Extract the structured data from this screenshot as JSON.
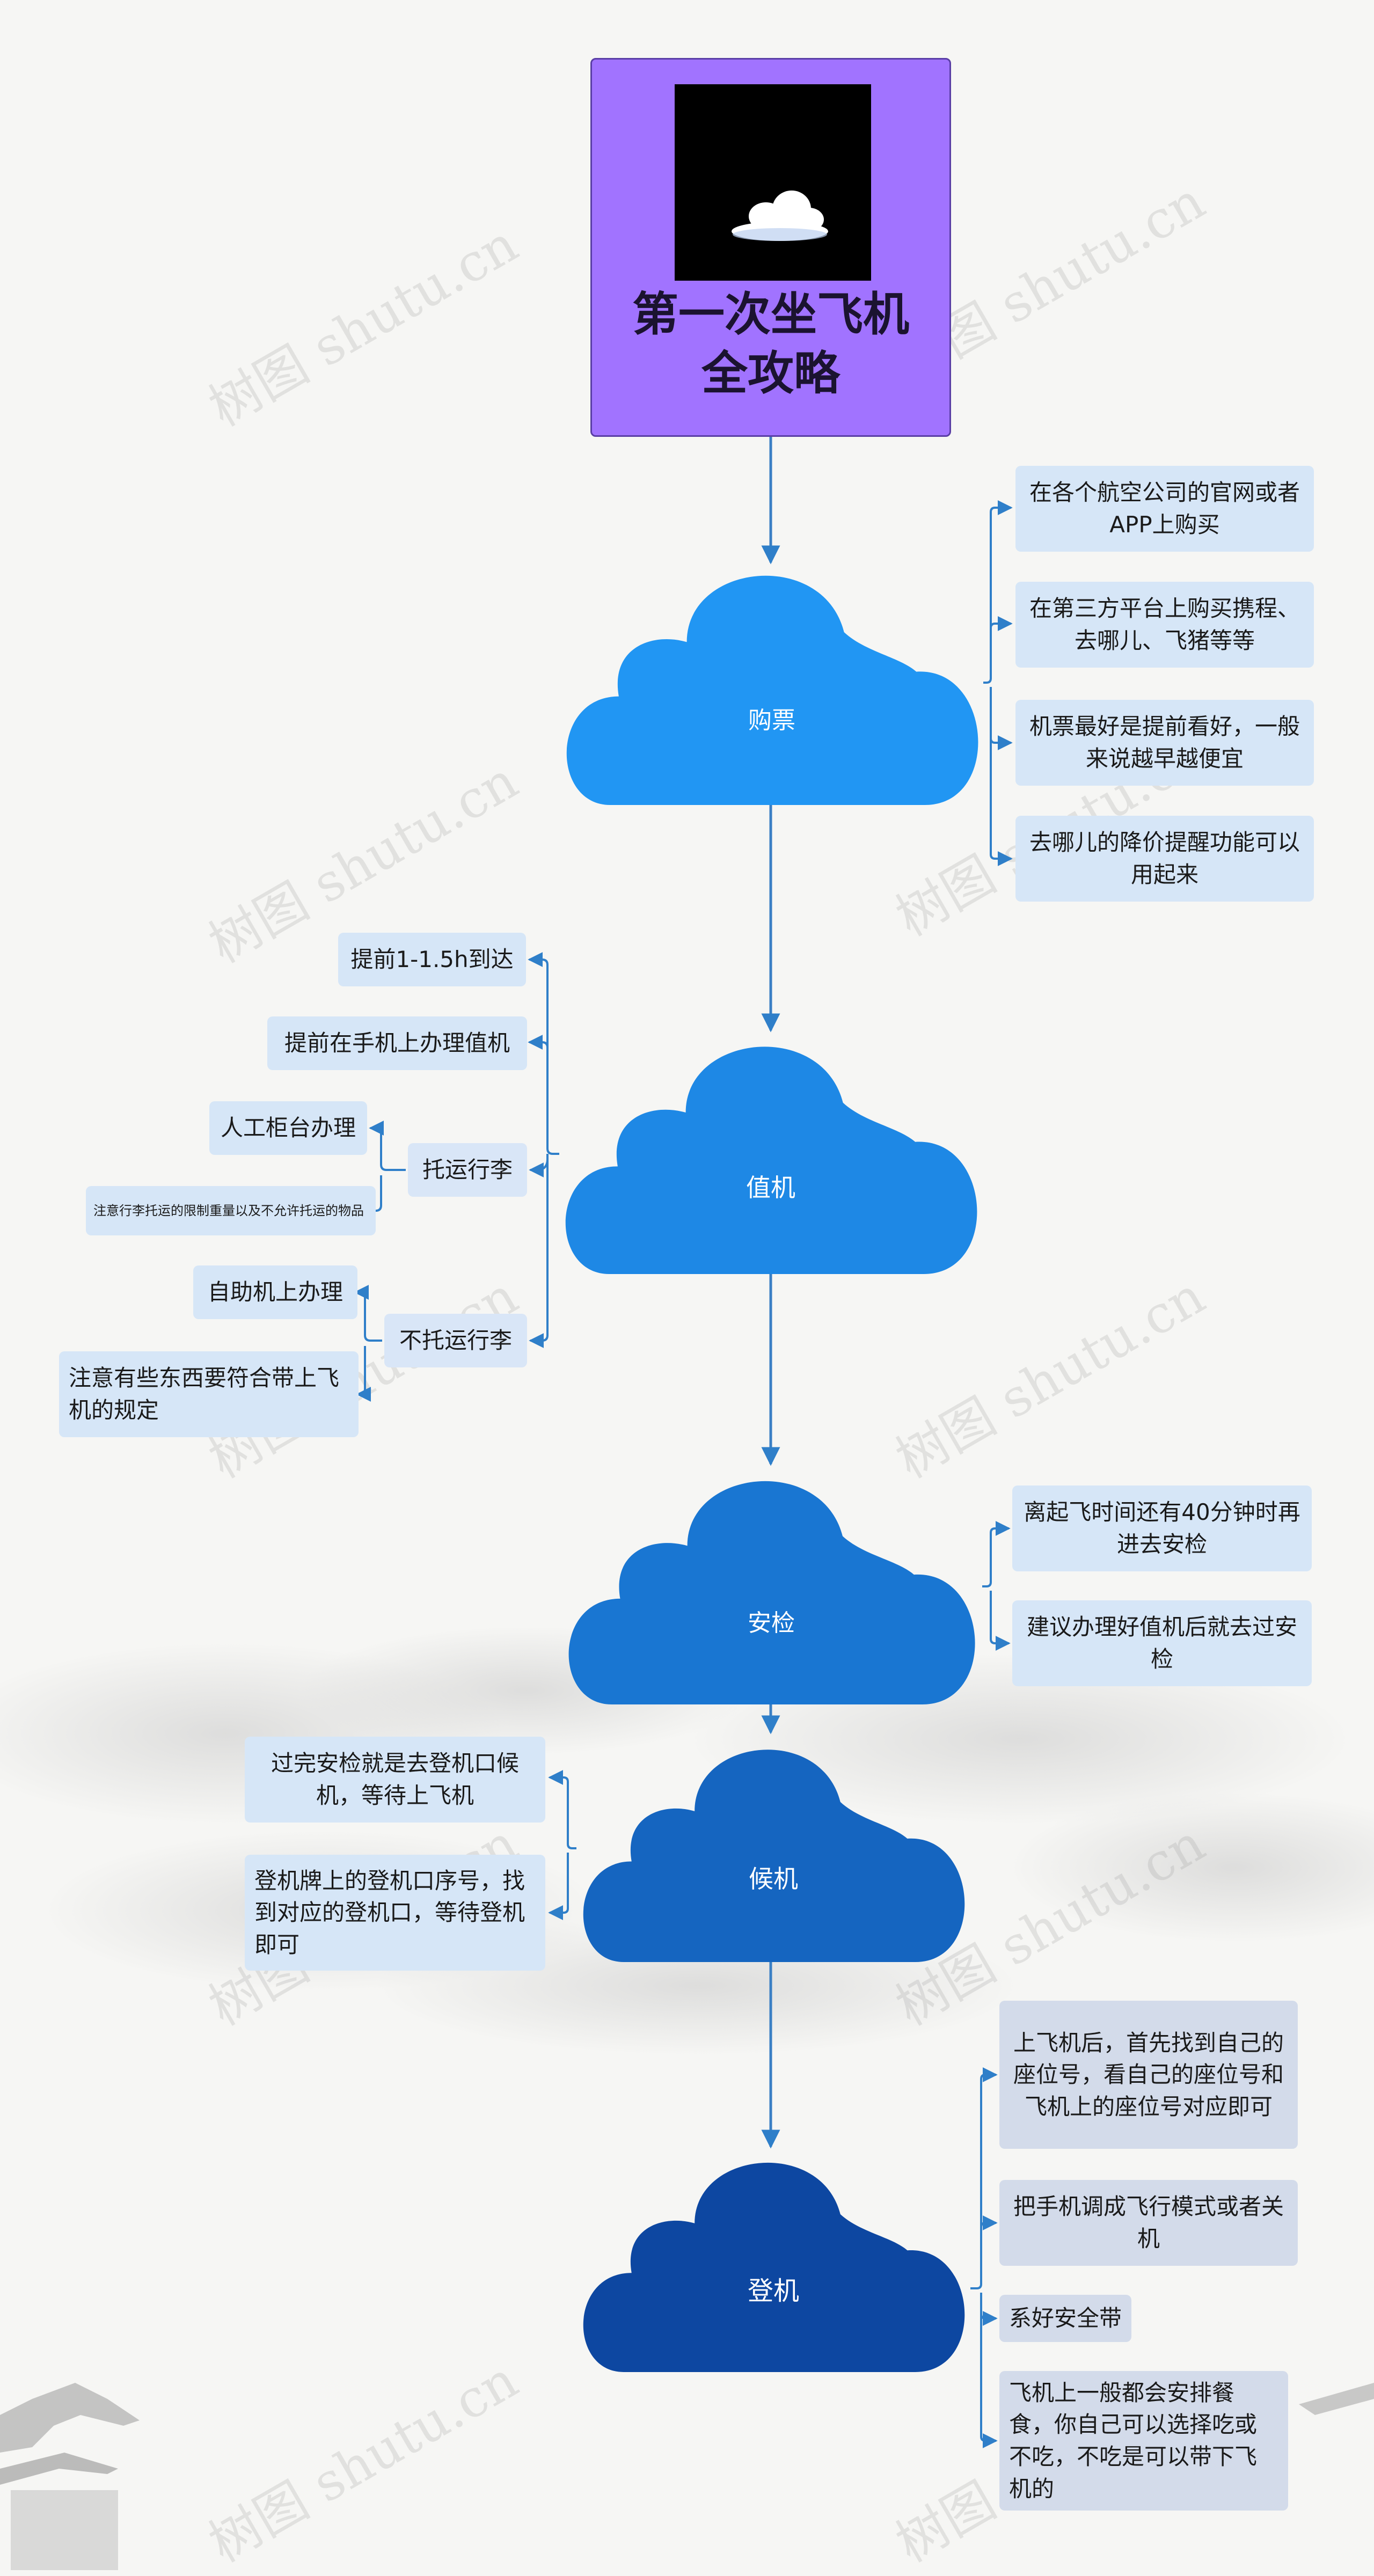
{
  "watermark": "树图 shutu.cn",
  "root": {
    "title": "第一次坐飞机\n全攻略",
    "image": "cloud-on-black-image"
  },
  "sections": [
    {
      "label": "购票",
      "color": "#2196f3",
      "items": [
        "在各个航空公司的官网或者APP上购买",
        "在第三方平台上购买携程、去哪儿、飞猪等等",
        "机票最好是提前看好，一般来说越早越便宜",
        "去哪儿的降价提醒功能可以用起来"
      ]
    },
    {
      "label": "值机",
      "color": "#1e88e5",
      "items": [
        "提前1-1.5h到达",
        "提前在手机上办理值机",
        "托运行李",
        "不托运行李"
      ],
      "sub_checked": [
        "人工柜台办理",
        "注意行李托运的限制重量以及不允许托运的物品"
      ],
      "sub_carry": [
        "自助机上办理",
        "注意有些东西要符合带上飞机的规定"
      ]
    },
    {
      "label": "安检",
      "color": "#1976d2",
      "items": [
        "离起飞时间还有40分钟时再进去安检",
        "建议办理好值机后就去过安检"
      ]
    },
    {
      "label": "候机",
      "color": "#1565c0",
      "items": [
        "过完安检就是去登机口候机，等待上飞机",
        "登机牌上的登机口序号，找到对应的登机口，等待登机即可"
      ]
    },
    {
      "label": "登机",
      "color": "#0d47a1",
      "items": [
        "上飞机后，首先找到自己的座位号，看自己的座位号和飞机上的座位号对应即可",
        "把手机调成飞行模式或者关机",
        "系好安全带",
        "飞机上一般都会安排餐食，你自己可以选择吃或不吃，不吃是可以带下飞机的"
      ]
    }
  ],
  "colors": {
    "root_bg": "#a173ff",
    "connector": "#2f7fc9",
    "spine": "#3a7fc4",
    "box_bg": "#d6e6f7"
  }
}
